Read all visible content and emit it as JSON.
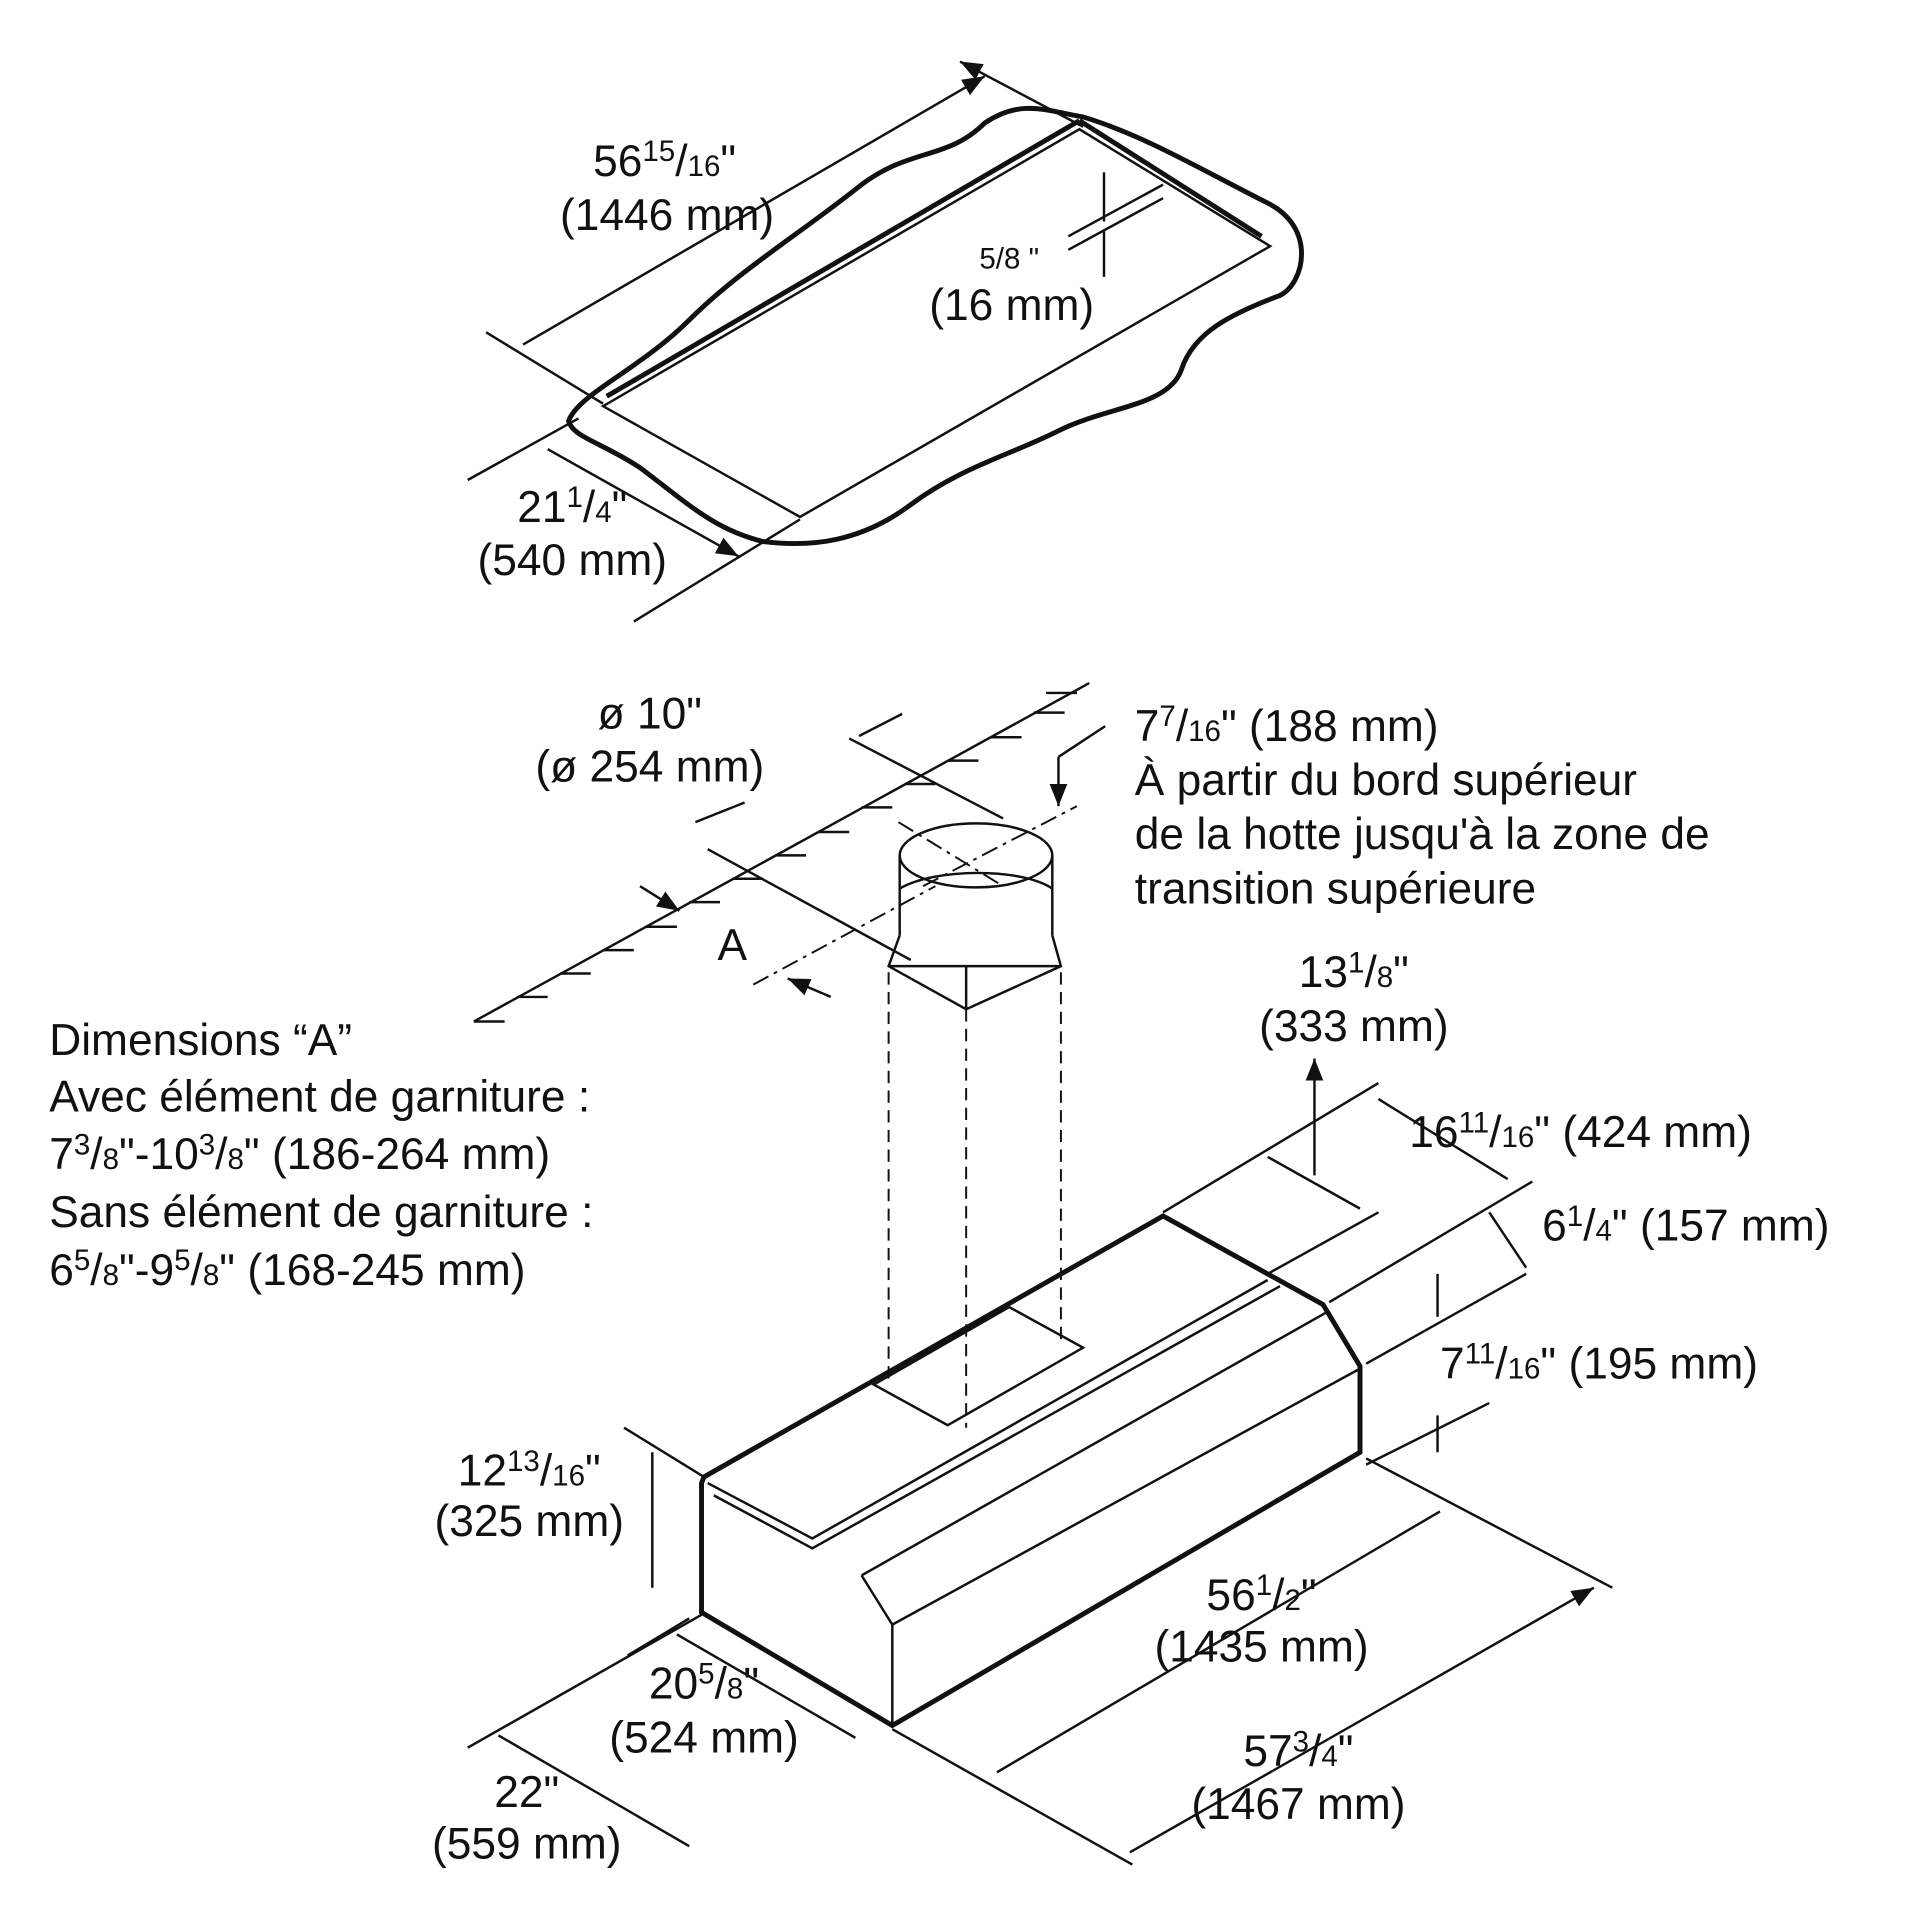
{
  "cutout": {
    "length": {
      "whole": "56",
      "num": "15",
      "den": "16",
      "unit": "\"",
      "mm": "(1446 mm)"
    },
    "flange": {
      "frac": "5/8",
      "unit": " \"",
      "mm": "(16 mm)"
    },
    "width": {
      "whole": "21",
      "num": "1",
      "den": "4",
      "unit": "\"",
      "mm": "(540 mm)"
    }
  },
  "duct": {
    "diameter": {
      "line1": "ø 10\"",
      "line2": "(ø 254 mm)"
    },
    "marker": "A",
    "transition": {
      "whole": "7",
      "num": "7",
      "den": "16",
      "rest": "\" (188 mm)",
      "lines": [
        "À partir du bord supérieur",
        "de la hotte jusqu'à la zone de",
        "transition supérieure"
      ]
    }
  },
  "dimensions_a": {
    "title": "Dimensions “A”",
    "with_trim_label": "Avec élément de garniture :",
    "with_trim": {
      "a": "7",
      "an": "3",
      "ad": "8",
      "b": "\"-10",
      "bn": "3",
      "bd": "8",
      "rest": "\" (186-264 mm)"
    },
    "without_trim_label": "Sans élément de garniture :",
    "without_trim": {
      "a": "6",
      "an": "5",
      "ad": "8",
      "b": "\"-9",
      "bn": "5",
      "bd": "8",
      "rest": "\" (168-245 mm)"
    }
  },
  "hood": {
    "d1": {
      "whole": "13",
      "num": "1",
      "den": "8",
      "unit": "\"",
      "mm": "(333 mm)"
    },
    "d2": {
      "whole": "16",
      "num": "11",
      "den": "16",
      "rest": "\" (424 mm)"
    },
    "d3": {
      "whole": "6",
      "num": "1",
      "den": "4",
      "rest": "\" (157 mm)"
    },
    "d4": {
      "whole": "7",
      "num": "11",
      "den": "16",
      "rest": "\" (195 mm)"
    },
    "height": {
      "whole": "12",
      "num": "13",
      "den": "16",
      "unit": "\"",
      "mm": "(325 mm)"
    },
    "inner_length": {
      "whole": "56",
      "num": "1",
      "den": "2",
      "unit": "\"",
      "mm": "(1435 mm)"
    },
    "inner_depth": {
      "whole": "20",
      "num": "5",
      "den": "8",
      "unit": "\"",
      "mm": "(524 mm)"
    },
    "depth": {
      "whole": "22",
      "unit": "\"",
      "mm": "(559 mm)"
    },
    "length": {
      "whole": "57",
      "num": "3",
      "den": "4",
      "unit": "\"",
      "mm": "(1467 mm)"
    }
  }
}
